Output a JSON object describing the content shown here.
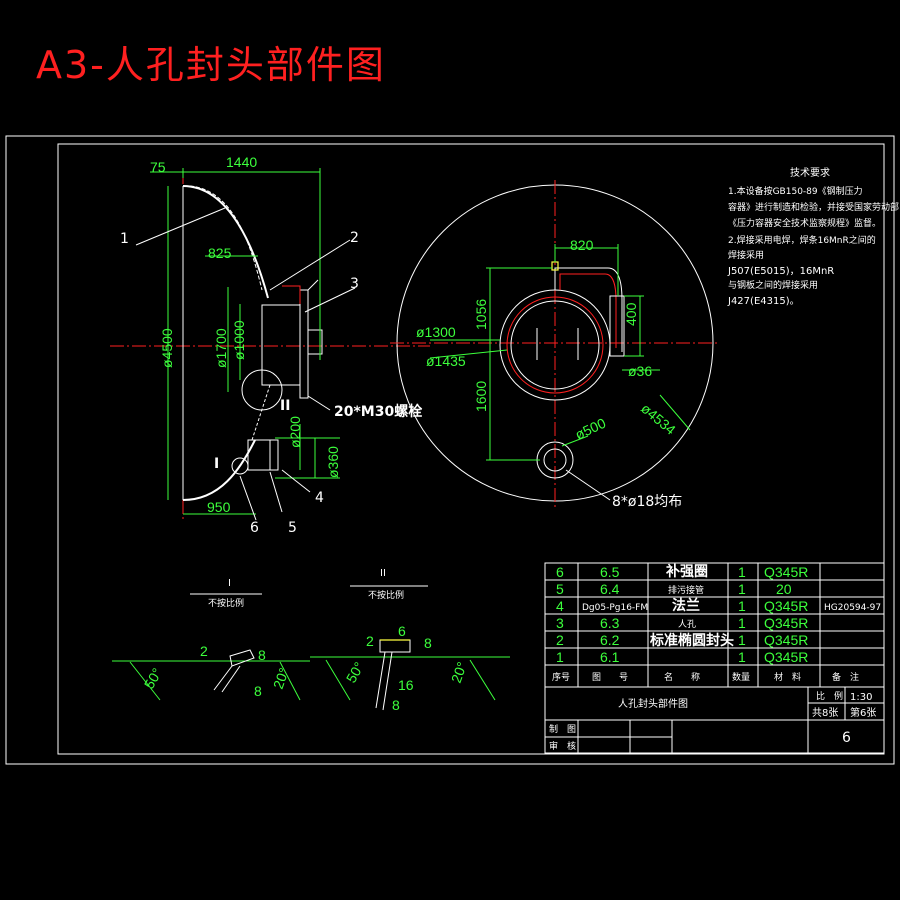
{
  "title": "A3-人孔封头部件图",
  "side_view": {
    "dims": {
      "d75": "75",
      "d1440": "1440",
      "d825": "825",
      "d4500": "ø4500",
      "d1700": "ø1700",
      "d1000": "ø1000",
      "d950": "950",
      "d200": "ø200",
      "d360": "ø360"
    },
    "callouts": {
      "c1": "1",
      "c2": "2",
      "c3": "3",
      "c4": "4",
      "c5": "5",
      "c6": "6"
    },
    "bolt_label": "20*M30螺栓",
    "roman_ii": "II",
    "roman_i": "I"
  },
  "top_view": {
    "dims": {
      "d820": "820",
      "d1056": "1056",
      "d400": "400",
      "d1300": "ø1300",
      "d1435": "ø1435",
      "d36": "ø36",
      "d1600": "1600",
      "d500": "ø500",
      "d4534": "ø4534"
    },
    "hole_label": "8*ø18均布"
  },
  "tech_requirements": {
    "heading": "技术要求",
    "lines": [
      "1.本设备按GB150-89《钢制压力",
      "容器》进行制造和检验，并接受国家劳动部",
      "《压力容器安全技术监察规程》监督。",
      "2.焊接采用电焊，焊条16MnR之间的",
      "焊接采用",
      "J507(E5015)，16MnR",
      "与钢板之间的焊接采用",
      "J427(E4315)。"
    ]
  },
  "details": {
    "i": {
      "label": "I",
      "scale": "不按比例",
      "dims": {
        "d2": "2",
        "d8a": "8",
        "d8b": "8",
        "a50": "50°",
        "a20": "20°"
      }
    },
    "ii": {
      "label": "II",
      "scale": "不按比例",
      "dims": {
        "d2": "2",
        "d6": "6",
        "d8a": "8",
        "d16": "16",
        "d8b": "8",
        "a50": "50°",
        "a20": "20°"
      }
    }
  },
  "bom": {
    "rows": [
      {
        "no": "6",
        "code": "6.5",
        "name": "补强圈",
        "qty": "1",
        "material": "Q345R",
        "note": ""
      },
      {
        "no": "5",
        "code": "6.4",
        "name": "排污接管",
        "qty": "1",
        "material": "20",
        "note": ""
      },
      {
        "no": "4",
        "code": "Dg05-Pg16-FM",
        "name": "法兰",
        "qty": "1",
        "material": "Q345R",
        "note": "HG20594-97"
      },
      {
        "no": "3",
        "code": "6.3",
        "name": "人孔",
        "qty": "1",
        "material": "Q345R",
        "note": ""
      },
      {
        "no": "2",
        "code": "6.2",
        "name": "标准椭圆封头",
        "qty": "1",
        "material": "Q345R",
        "note": ""
      },
      {
        "no": "1",
        "code": "6.1",
        "name": "",
        "qty": "1",
        "material": "Q345R",
        "note": ""
      }
    ],
    "header": {
      "no": "序号",
      "code": "图　　号",
      "name": "名　　称",
      "qty": "数量",
      "material": "材　料",
      "note": "备　注"
    }
  },
  "title_block": {
    "drawing_name": "人孔封头部件图",
    "scale_label": "比　例",
    "scale_value": "1:30",
    "sheets_total": "共8张",
    "sheet_no": "第6张",
    "drawer": "制　图",
    "checker": "审　核",
    "number": "6"
  },
  "colors": {
    "dimension": "#3cff3c",
    "centerline": "#ff2020",
    "outline": "#ffffff",
    "weld": "#ffff40"
  }
}
